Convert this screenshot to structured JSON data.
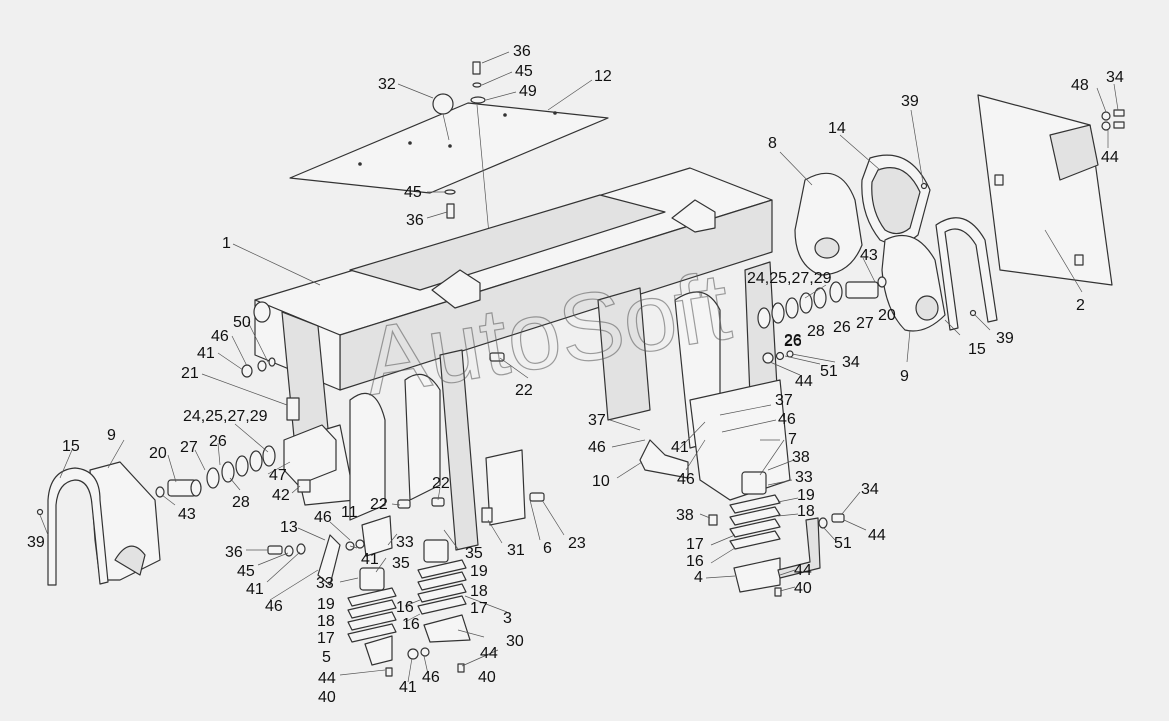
{
  "watermark": "AutoSoft",
  "callouts": [
    {
      "id": "c-36a",
      "text": "36"
    },
    {
      "id": "c-45a",
      "text": "45"
    },
    {
      "id": "c-49",
      "text": "49"
    },
    {
      "id": "c-32",
      "text": "32"
    },
    {
      "id": "c-12",
      "text": "12"
    },
    {
      "id": "c-45b",
      "text": "45"
    },
    {
      "id": "c-36b",
      "text": "36"
    },
    {
      "id": "c-1",
      "text": "1"
    },
    {
      "id": "c-50",
      "text": "50"
    },
    {
      "id": "c-46a",
      "text": "46"
    },
    {
      "id": "c-41a",
      "text": "41"
    },
    {
      "id": "c-21",
      "text": "21"
    },
    {
      "id": "c-22a",
      "text": "22"
    },
    {
      "id": "c-24a",
      "text": "24,25,27,29"
    },
    {
      "id": "c-15a",
      "text": "15"
    },
    {
      "id": "c-9a",
      "text": "9"
    },
    {
      "id": "c-26a",
      "text": "26"
    },
    {
      "id": "c-20a",
      "text": "20"
    },
    {
      "id": "c-27a",
      "text": "27"
    },
    {
      "id": "c-47",
      "text": "47"
    },
    {
      "id": "c-42",
      "text": "42"
    },
    {
      "id": "c-28a",
      "text": "28"
    },
    {
      "id": "c-43a",
      "text": "43"
    },
    {
      "id": "c-39a",
      "text": "39"
    },
    {
      "id": "c-11",
      "text": "11"
    },
    {
      "id": "c-22b",
      "text": "22"
    },
    {
      "id": "c-22c",
      "text": "22"
    },
    {
      "id": "c-13",
      "text": "13"
    },
    {
      "id": "c-46b",
      "text": "46"
    },
    {
      "id": "c-33a",
      "text": "33"
    },
    {
      "id": "c-36c",
      "text": "36"
    },
    {
      "id": "c-45c",
      "text": "45"
    },
    {
      "id": "c-41b",
      "text": "41"
    },
    {
      "id": "c-41c",
      "text": "41"
    },
    {
      "id": "c-46c",
      "text": "46"
    },
    {
      "id": "c-35a",
      "text": "35"
    },
    {
      "id": "c-35b",
      "text": "35"
    },
    {
      "id": "c-31",
      "text": "31"
    },
    {
      "id": "c-6",
      "text": "6"
    },
    {
      "id": "c-23",
      "text": "23"
    },
    {
      "id": "c-33b",
      "text": "33"
    },
    {
      "id": "c-19a",
      "text": "19"
    },
    {
      "id": "c-18a",
      "text": "18"
    },
    {
      "id": "c-17a",
      "text": "17"
    },
    {
      "id": "c-5",
      "text": "5"
    },
    {
      "id": "c-44a",
      "text": "44"
    },
    {
      "id": "c-40a",
      "text": "40"
    },
    {
      "id": "c-41d",
      "text": "41"
    },
    {
      "id": "c-46d",
      "text": "46"
    },
    {
      "id": "c-16a",
      "text": "16"
    },
    {
      "id": "c-16b",
      "text": "16"
    },
    {
      "id": "c-19b",
      "text": "19"
    },
    {
      "id": "c-18b",
      "text": "18"
    },
    {
      "id": "c-17b",
      "text": "17"
    },
    {
      "id": "c-3",
      "text": "3"
    },
    {
      "id": "c-30",
      "text": "30"
    },
    {
      "id": "c-44b",
      "text": "44"
    },
    {
      "id": "c-40b",
      "text": "40"
    },
    {
      "id": "c-37a",
      "text": "37"
    },
    {
      "id": "c-46e",
      "text": "46"
    },
    {
      "id": "c-41e",
      "text": "41"
    },
    {
      "id": "c-10",
      "text": "10"
    },
    {
      "id": "c-46f",
      "text": "46"
    },
    {
      "id": "c-8",
      "text": "8"
    },
    {
      "id": "c-14",
      "text": "14"
    },
    {
      "id": "c-39b",
      "text": "39"
    },
    {
      "id": "c-24b",
      "text": "24,25,27,29"
    },
    {
      "id": "c-43b",
      "text": "43"
    },
    {
      "id": "c-26b",
      "text": "26"
    },
    {
      "id": "c-28b",
      "text": "28"
    },
    {
      "id": "c-26c",
      "text": "26"
    },
    {
      "id": "c-27b",
      "text": "27"
    },
    {
      "id": "c-20b",
      "text": "20"
    },
    {
      "id": "c-9b",
      "text": "9"
    },
    {
      "id": "c-15b",
      "text": "15"
    },
    {
      "id": "c-39c",
      "text": "39"
    },
    {
      "id": "c-26d",
      "text": "26"
    },
    {
      "id": "c-34a",
      "text": "34"
    },
    {
      "id": "c-51a",
      "text": "51"
    },
    {
      "id": "c-44c",
      "text": "44"
    },
    {
      "id": "c-37b",
      "text": "37"
    },
    {
      "id": "c-46g",
      "text": "46"
    },
    {
      "id": "c-7",
      "text": "7"
    },
    {
      "id": "c-38a",
      "text": "38"
    },
    {
      "id": "c-33c",
      "text": "33"
    },
    {
      "id": "c-19c",
      "text": "19"
    },
    {
      "id": "c-18c",
      "text": "18"
    },
    {
      "id": "c-38b",
      "text": "38"
    },
    {
      "id": "c-17c",
      "text": "17"
    },
    {
      "id": "c-16c",
      "text": "16"
    },
    {
      "id": "c-4",
      "text": "4"
    },
    {
      "id": "c-44d",
      "text": "44"
    },
    {
      "id": "c-40c",
      "text": "40"
    },
    {
      "id": "c-34b",
      "text": "34"
    },
    {
      "id": "c-51b",
      "text": "51"
    },
    {
      "id": "c-44e",
      "text": "44"
    },
    {
      "id": "c-48",
      "text": "48"
    },
    {
      "id": "c-34c",
      "text": "34"
    },
    {
      "id": "c-44f",
      "text": "44"
    },
    {
      "id": "c-2",
      "text": "2"
    }
  ]
}
